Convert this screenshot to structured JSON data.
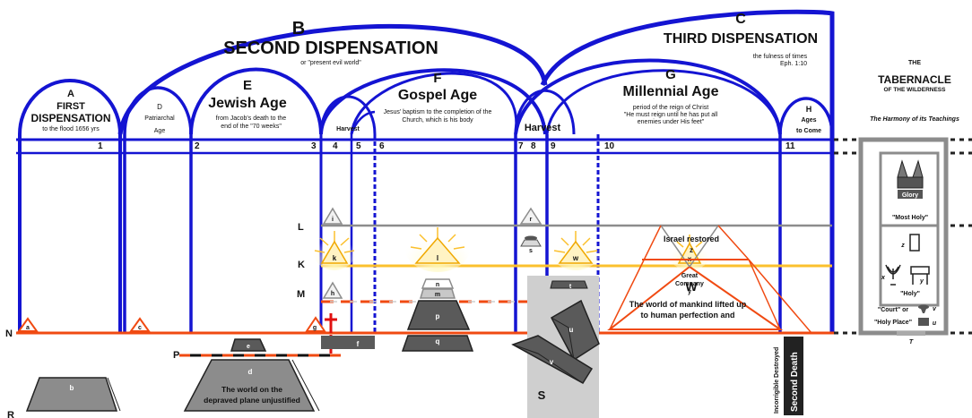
{
  "header": {
    "b_letter": "B",
    "b_title": "SECOND DISPENSATION",
    "b_sub": "or \"present evil world\"",
    "c_letter": "C",
    "c_title": "THIRD DISPENSATION",
    "c_sub1": "the fulness of times",
    "c_sub2": "Eph. 1:10"
  },
  "sections": {
    "a_letter": "A",
    "a_t1": "FIRST",
    "a_t2": "DISPENSATION",
    "a_t3": "to the flood 1656 yrs",
    "d_letter": "D",
    "d_t1": "Patriarchal",
    "d_t2": "Age",
    "e_letter": "E",
    "e_title": "Jewish Age",
    "e_s1": "from Jacob's death to the",
    "e_s2": "end of the \"70 weeks\"",
    "f_letter": "F",
    "f_title": "Gospel Age",
    "f_s1": "Jesus' baptism to the completion of the",
    "f_s2": "Church, which is his body",
    "g_letter": "G",
    "g_title": "Millennial Age",
    "g_s1": "period of the reign of Christ",
    "g_s2": "\"He must reign until he has put all",
    "g_s3": "enemies under His feet\"",
    "h_letter": "H",
    "h_t1": "Ages",
    "h_t2": "to Come",
    "harvest_small": "Harvest",
    "harvest_big": "Harvest"
  },
  "numbers": [
    "1",
    "2",
    "3",
    "4",
    "5",
    "6",
    "7",
    "8",
    "9",
    "10",
    "11"
  ],
  "planes": {
    "k": "K",
    "l": "L",
    "m": "M",
    "n": "N",
    "p": "P",
    "r": "R"
  },
  "figures": {
    "a": "a",
    "b": "b",
    "c": "c",
    "d": "d",
    "e": "e",
    "f": "f",
    "g": "g",
    "h": "h",
    "i": "i",
    "k": "k",
    "l": "l",
    "m": "m",
    "n": "n",
    "p": "p",
    "q": "q",
    "r": "r",
    "s": "s",
    "t": "t",
    "u": "u",
    "v": "v",
    "w": "w",
    "x": "x",
    "y": "y",
    "z": "z",
    "great1": "Great",
    "great2": "Company",
    "israel": "Israel restored",
    "w_big": "W",
    "world1": "The world of mankind lifted up",
    "world2": "to human perfection and",
    "depraved1": "The world on the",
    "depraved2": "depraved plane unjustified",
    "s_big": "S",
    "incorrigible": "Incorrigible Destroyed",
    "second_death": "Second Death"
  },
  "tabernacle": {
    "the": "THE",
    "title": "TABERNACLE",
    "sub": "OF THE WILDERNESS",
    "harmony": "The Harmony of its Teachings",
    "glory": "Glory",
    "most_holy": "\"Most Holy\"",
    "z": "z",
    "x": "x",
    "y": "y",
    "holy": "\"Holy\"",
    "court1": "\"Court\" or",
    "court2": "\"Holy Place\"",
    "v": "v",
    "u": "u",
    "t": "T"
  },
  "colors": {
    "blue": "#1414d2",
    "orange": "#f04a12",
    "gold": "#fbc02d",
    "gray": "#8c8c8c",
    "dark": "#5a5a5a"
  }
}
